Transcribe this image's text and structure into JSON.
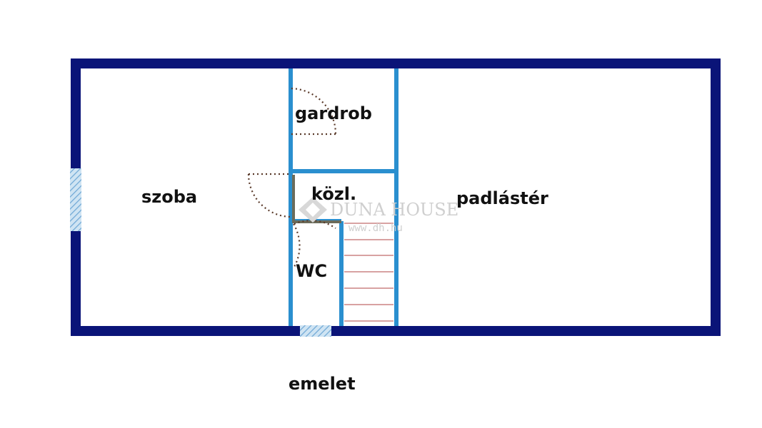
{
  "rooms": {
    "szoba": "szoba",
    "gardrob": "gardrob",
    "kozl": "közl.",
    "wc": "WC",
    "padlaster": "padlástér"
  },
  "floor_label": "emelet",
  "watermark": {
    "brand": "DUNA HOUSE",
    "url": "www.dh.hu"
  },
  "colors": {
    "outer_wall": "#0a1478",
    "inner_wall": "#2a8fcf",
    "stairs": "#c06a6a",
    "window": "#a8cde6",
    "door_swing": "#5a3a2a",
    "partition": "#6b6b5a"
  }
}
